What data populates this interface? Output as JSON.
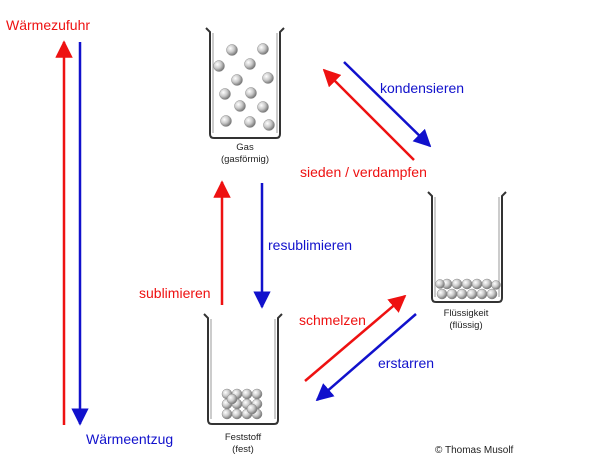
{
  "colors": {
    "heat": "#ee1111",
    "cool": "#1111cc",
    "text": "#222222",
    "particle": "#c8c8c8"
  },
  "labels": {
    "heat_supply": "Wärmezufuhr",
    "heat_removal": "Wärmeentzug",
    "gas": "Gas",
    "gas_state": "(gasförmig)",
    "liquid": "Flüssigkeit",
    "liquid_state": "(flüssig)",
    "solid": "Feststoff",
    "solid_state": "(fest)",
    "condense": "kondensieren",
    "boil": "sieden / verdampfen",
    "resublimate": "resublimieren",
    "sublimate": "sublimieren",
    "melt": "schmelzen",
    "freeze": "erstarren",
    "copyright": "© Thomas Musolf"
  }
}
